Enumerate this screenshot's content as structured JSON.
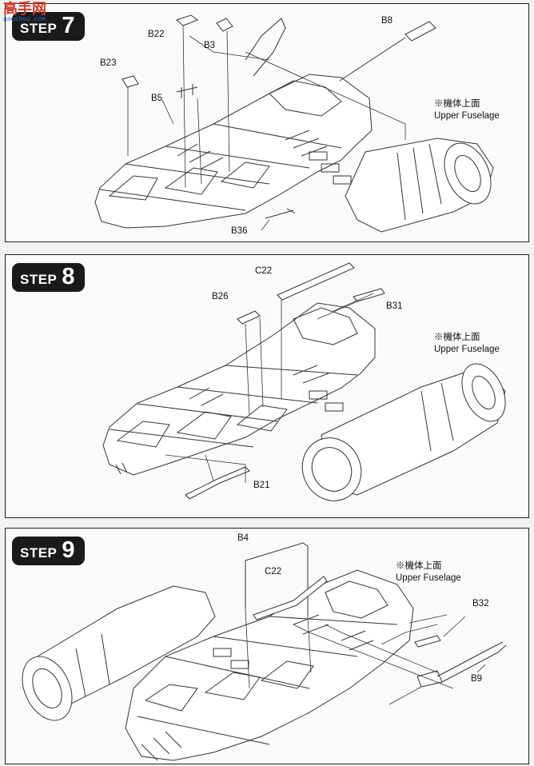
{
  "watermark": {
    "main": "高手网",
    "sub": "gaoshou.com"
  },
  "steps": [
    {
      "word": "STEP",
      "number": "7",
      "note_jp": "※機体上面",
      "note_en": "Upper Fuselage",
      "parts": [
        "B22",
        "B3",
        "B8",
        "B23",
        "B5",
        "B36"
      ]
    },
    {
      "word": "STEP",
      "number": "8",
      "note_jp": "※機体上面",
      "note_en": "Upper Fuselage",
      "parts": [
        "C22",
        "B26",
        "B31",
        "B21"
      ]
    },
    {
      "word": "STEP",
      "number": "9",
      "note_jp": "※機体上面",
      "note_en": "Upper Fuselage",
      "parts": [
        "B4",
        "C22",
        "B32",
        "B9"
      ]
    }
  ]
}
